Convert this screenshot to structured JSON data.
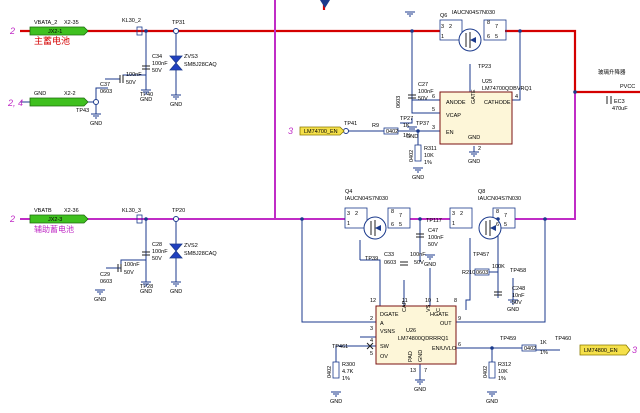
{
  "nets": {
    "vbatt2_net": "VBATA_2",
    "vbatt2_conn": "X2-35",
    "vbatt2_tag": "JX2-1",
    "vbatt2_label": "主蓄电池",
    "vbatt2_num": "2",
    "gnd_net": "GND",
    "gnd_conn": "X2-2",
    "gnd_num": "2, 4",
    "vbatb_net": "VBATB",
    "vbatb_conn": "X2-36",
    "vbatb_tag": "JX2-3",
    "vbatb_label": "辅助蓄电池",
    "vbatb_num": "2",
    "out_label": "玻璃升降器",
    "out_net": "PVCC",
    "lm4700_en": "LM74700_EN",
    "lm4800_en": "LM74800_EN",
    "lm4700_num": "3",
    "lm4800_num": "3"
  },
  "parts": {
    "kl30_2": "KL30_2",
    "kl30_3": "KL30_3",
    "tp31": "TP31",
    "tp43": "TP43",
    "tp40": "TP40",
    "tp20": "TP20",
    "tp28": "TP28",
    "tp41": "TP41",
    "tp27": "TP27",
    "tp37": "TP37",
    "tp23": "TP23",
    "tp39": "TP39",
    "tp117": "TP117",
    "tp457": "TP457",
    "tp458": "TP458",
    "tp459": "TP459",
    "tp460": "TP460",
    "tp461": "TP461",
    "c34": "C34",
    "c34_v": "100nF",
    "c34_r": "50V",
    "c37": "C37",
    "c37_pkg": "0603",
    "c37_v": "100nF",
    "c37_r": "50V",
    "c28": "C28",
    "c28_v": "100nF",
    "c28_r": "50V",
    "c29": "C29",
    "c29_pkg": "0603",
    "c29_v": "100nF",
    "c29_r": "50V",
    "zvs3": "ZVS3",
    "zvs3_p": "SMBJ28CAQ",
    "zvs2": "ZVS2",
    "zvs2_p": "SMBJ28CAQ",
    "q6": "Q6",
    "q6_p": "IAUCN04S7N030",
    "q4": "Q4",
    "q4_p": "IAUCN04S7N030",
    "q8": "Q8",
    "q8_p": "IAUCN04S7N030",
    "u25": "U25",
    "u25_p": "LM74700QDBVRQ1",
    "u26": "U26",
    "u26_p": "LM74800QDRRRQ1",
    "c27": "C27",
    "c27_v": "100nF",
    "c27_r": "50V",
    "c27_pkg": "0603",
    "r9": "R9",
    "r9_v": "1K",
    "r9_t": "1%",
    "r9_pkg": "0402",
    "r311": "R311",
    "r311_v": "10K",
    "r311_t": "1%",
    "r311_pkg": "0402",
    "c47": "C47",
    "c47_v": "100nF",
    "c47_r": "50V",
    "c33": "C33",
    "c33_v": "100nF",
    "c33_pkg": "0603",
    "c33_r": "50V",
    "r210": "R210",
    "r210_v": "100K",
    "r210_pkg": "0603",
    "c248": "C248",
    "c248_v": "10nF",
    "c248_r": "50V",
    "r300": "R300",
    "r300_v": "4.7K",
    "r300_t": "1%",
    "r300_pkg": "0402",
    "r312": "R312",
    "r312_v": "10K",
    "r312_t": "1%",
    "r312_pkg": "0402",
    "r_en2": "1K",
    "r_en2_t": "1%",
    "r_en2_pkg": "0402",
    "ec3": "EC3",
    "ec3_v": "470uF",
    "gnd": "GND"
  },
  "pins": {
    "u25_anode": "ANODE",
    "u25_cathode": "CATHODE",
    "u25_vcap": "VCAP",
    "u25_gate": "GATE",
    "u25_en": "EN",
    "u25_gnd": "GND",
    "u26_dgate": "DGATE",
    "u26_cap": "CAP",
    "u26_vs": "VS",
    "u26_c": "C",
    "u26_hgate": "HGATE",
    "u26_a": "A",
    "u26_vsns": "VSNS",
    "u26_out": "OUT",
    "u26_sw": "SW",
    "u26_ov": "OV",
    "u26_pad": "PAD",
    "u26_gnd": "GND",
    "u26_en": "EN/UVLO"
  }
}
